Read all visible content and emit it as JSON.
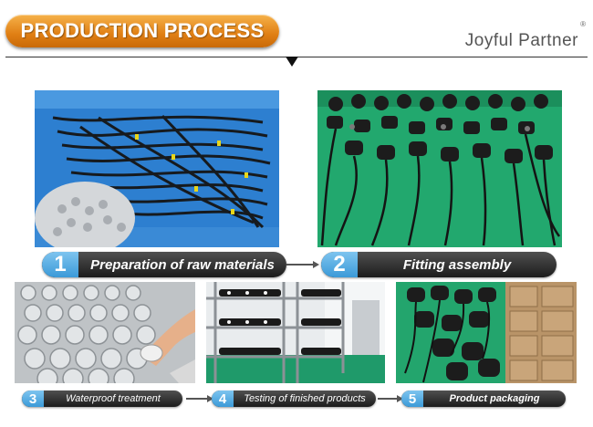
{
  "header": {
    "title": "PRODUCTION PROCESS",
    "brand": "Joyful Partner",
    "registered_mark": "®"
  },
  "steps": [
    {
      "number": "1",
      "label": "Preparation of raw materials"
    },
    {
      "number": "2",
      "label": "Fitting assembly"
    },
    {
      "number": "3",
      "label": "Waterproof treatment"
    },
    {
      "number": "4",
      "label": "Testing of finished products"
    },
    {
      "number": "5",
      "label": "Product packaging"
    }
  ],
  "colors": {
    "title_orange": "#e07f14",
    "step_blue": "#3b9ad8",
    "step_dark": "#1c1c1c",
    "workshop_green": "#1f9a6a"
  }
}
